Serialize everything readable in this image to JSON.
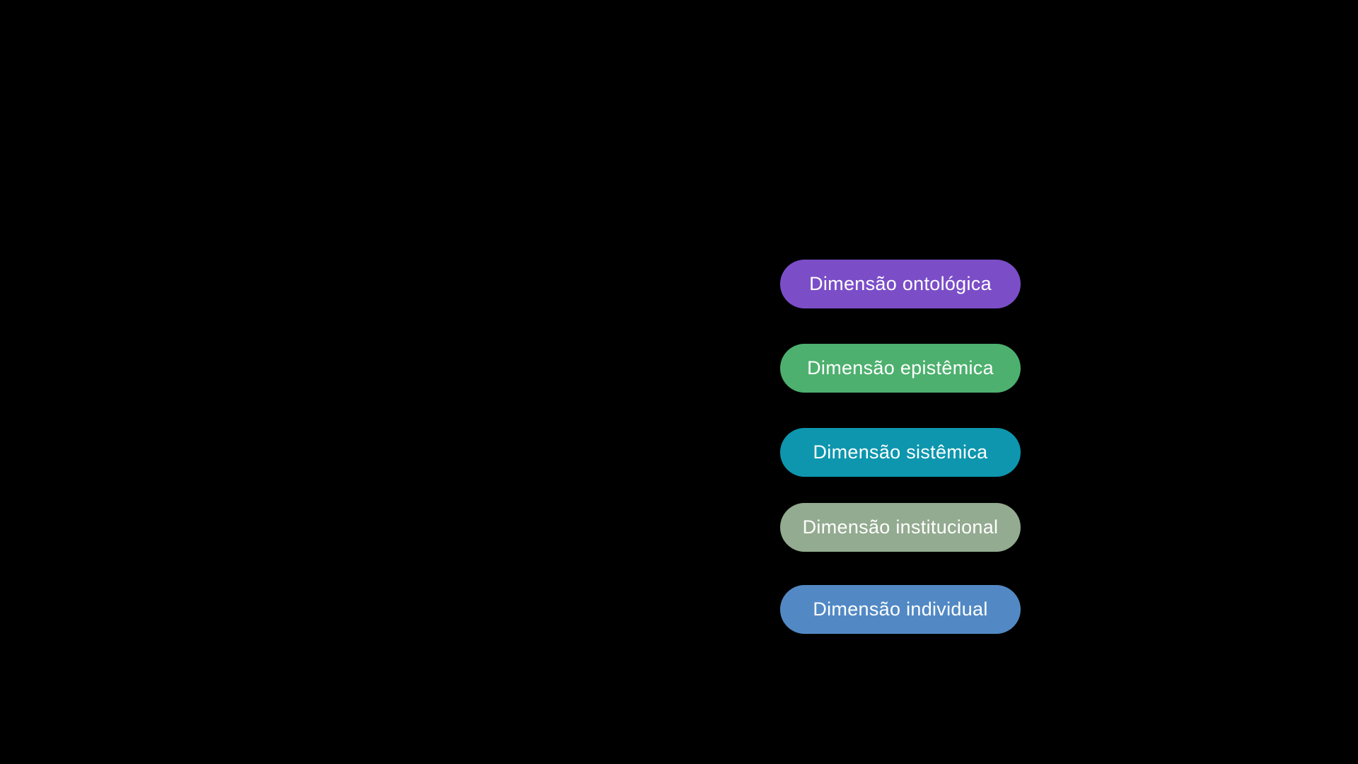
{
  "canvas": {
    "background_color": "#000000",
    "text_color": "#FFFFFF"
  },
  "buttons": [
    {
      "label": "Dimensão ontológica",
      "color": "#7B4EC8"
    },
    {
      "label": "Dimensão epistêmica",
      "color": "#4DB06E"
    },
    {
      "label": "Dimensão sistêmica",
      "color": "#0D96AE"
    },
    {
      "label": "Dimensão institucional",
      "color": "#93AB90"
    },
    {
      "label": "Dimensão individual",
      "color": "#5289C4"
    }
  ]
}
